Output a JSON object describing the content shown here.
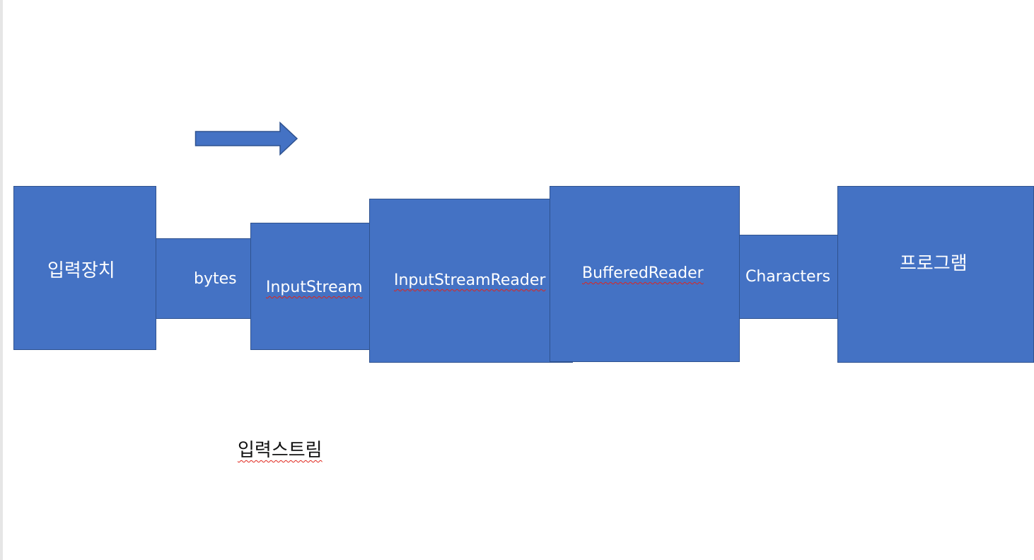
{
  "diagram": {
    "boxes": {
      "input_device": "입력장치",
      "bytes": "bytes",
      "input_stream": "InputStream",
      "input_stream_reader": "InputStreamReader",
      "buffered_reader": "BufferedReader",
      "characters": "Characters",
      "program": "프로그램"
    },
    "caption": "입력스트림",
    "colors": {
      "box_fill": "#4472c4",
      "box_border": "#2f528f",
      "box_text": "#ffffff",
      "spellcheck_underline": "#e0251b"
    },
    "arrow_direction": "right"
  }
}
